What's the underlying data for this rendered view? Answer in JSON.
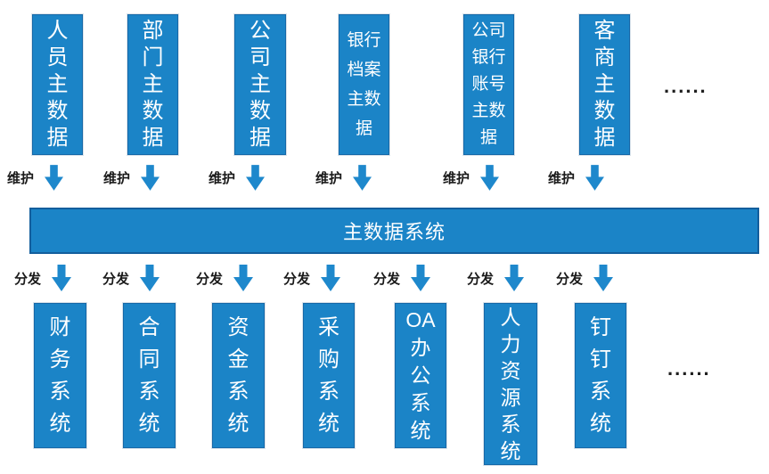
{
  "title_bar": {
    "label": "主数据系统"
  },
  "actions": {
    "maintain": "维护",
    "distribute": "分发"
  },
  "ellipsis": "......",
  "colors": {
    "box_fill": "#1b84c7",
    "box_border": "#1668a8",
    "bar_border": "#135e9c",
    "arrow_fill": "#1e88cc",
    "label_text": "#1a1a1a",
    "box_text": "#ffffff"
  },
  "top_row": [
    {
      "label": "人员主数据",
      "display": "人\n员\n主\n数\n据"
    },
    {
      "label": "部门主数据",
      "display": "部\n门\n主\n数\n据"
    },
    {
      "label": "公司主数据",
      "display": "公\n司\n主\n数\n据"
    },
    {
      "label": "银行档案主数据",
      "display": "银行\n档案\n主数\n据"
    },
    {
      "label": "公司银行账号主数据",
      "display": "公司\n银行\n账号\n主数\n据"
    },
    {
      "label": "客商主数据",
      "display": "客\n商\n主\n数\n据"
    }
  ],
  "bottom_row": [
    {
      "label": "财务系统",
      "display": "财\n务\n系\n统"
    },
    {
      "label": "合同系统",
      "display": "合\n同\n系\n统"
    },
    {
      "label": "资金系统",
      "display": "资\n金\n系\n统"
    },
    {
      "label": "采购系统",
      "display": "采\n购\n系\n统"
    },
    {
      "label": "OA办公系统",
      "display": "OA\n办\n公\n系\n统"
    },
    {
      "label": "人力资源系统",
      "display": "人\n力\n资\n源\n系\n统"
    },
    {
      "label": "钉钉系统",
      "display": "钉\n钉\n系\n统"
    }
  ]
}
